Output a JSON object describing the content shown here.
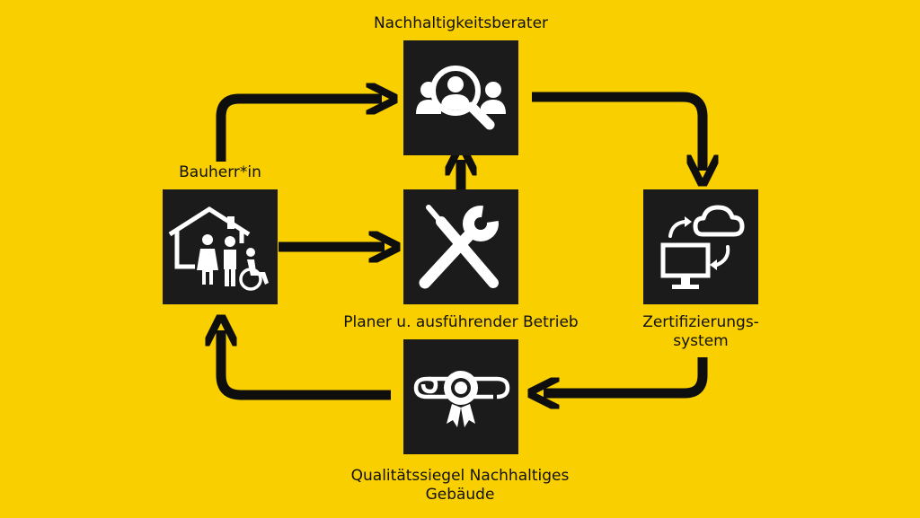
{
  "nodes": {
    "advisor": {
      "label": "Nachhaltigkeitsberater",
      "icon": "people-magnifier-icon"
    },
    "owner": {
      "label": "Bauherr*in",
      "icon": "house-family-icon"
    },
    "planner": {
      "label": "Planer u. ausführender Betrieb",
      "icon": "tools-icon"
    },
    "certification": {
      "label_line1": "Zertifizierungs-",
      "label_line2": "system",
      "icon": "cloud-computer-sync-icon"
    },
    "seal": {
      "label_line1": "Qualitätssiegel Nachhaltiges",
      "label_line2": "Gebäude",
      "icon": "certificate-seal-icon"
    }
  },
  "colors": {
    "background": "#f9cf00",
    "box": "#1b1b1b",
    "arrow": "#0e0e0e",
    "icon": "#ffffff"
  }
}
